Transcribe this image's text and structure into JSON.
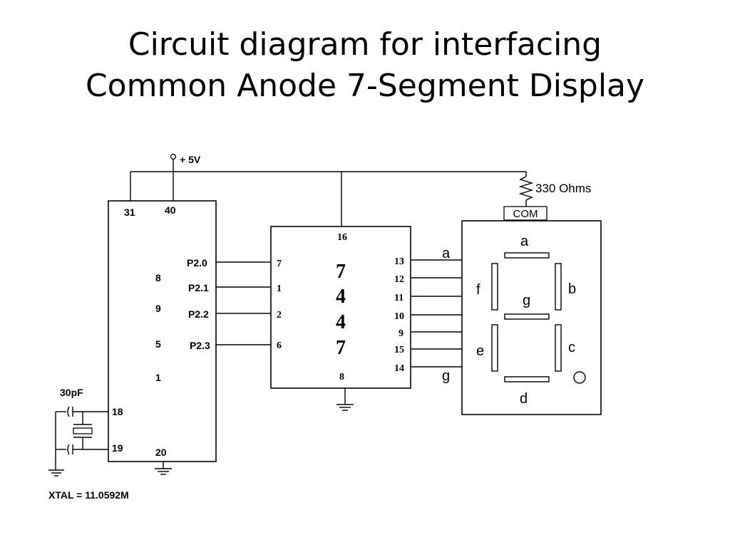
{
  "title": {
    "line1": "Circuit diagram for interfacing",
    "line2": "Common Anode 7-Segment Display"
  },
  "power": {
    "label": "+ 5V"
  },
  "mcu": {
    "chars": [
      "8",
      "9",
      "5",
      "1"
    ],
    "pins": {
      "p31": "31",
      "p40": "40",
      "p18": "18",
      "p19": "19",
      "p20": "20"
    },
    "ports": [
      "P2.0",
      "P2.1",
      "P2.2",
      "P2.3"
    ]
  },
  "crystal": {
    "cap_label": "30pF",
    "xtal_label": "XTAL = 11.0592M"
  },
  "decoder": {
    "chars": [
      "7",
      "4",
      "4",
      "7"
    ],
    "pin_top": "16",
    "pin_bottom": "8",
    "inputs": [
      "7",
      "1",
      "2",
      "6"
    ],
    "outputs": [
      "13",
      "12",
      "11",
      "10",
      "9",
      "15",
      "14"
    ]
  },
  "resistor": {
    "label": "330 Ohms"
  },
  "display": {
    "com_label": "COM",
    "wire_labels": {
      "top": "a",
      "bottom": "g"
    },
    "segments": {
      "a": "a",
      "b": "b",
      "c": "c",
      "d": "d",
      "e": "e",
      "f": "f",
      "g": "g"
    }
  }
}
